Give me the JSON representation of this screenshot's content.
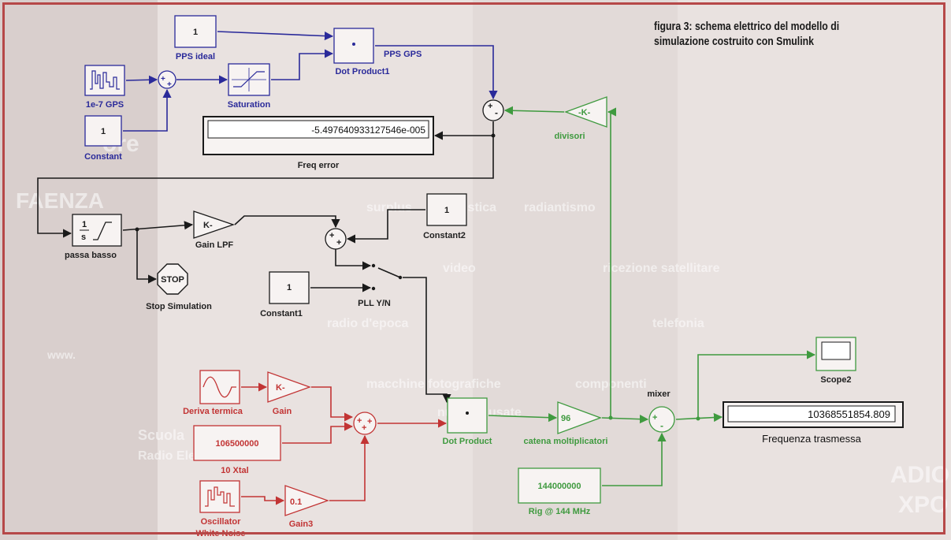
{
  "caption": {
    "line1": "figura 3: schema elettrico del modello di",
    "line2": "simulazione costruito con Smulink"
  },
  "background_text": [
    "FAENZA",
    "radiantismo",
    "surplus",
    "hobbistica",
    "ricezione satellitare",
    "video",
    "radio d'epoca",
    "telefonia",
    "macchine fotografiche",
    "componenti",
    "nuove",
    "usate",
    "www.",
    "ore",
    "ADIO",
    "XPO",
    "Scuola",
    "Radio Elettra"
  ],
  "blocks": {
    "pps_ideal": {
      "value": "1",
      "label": "PPS ideal"
    },
    "gps_noise": {
      "label": "1e-7 GPS"
    },
    "constant": {
      "value": "1",
      "label": "Constant"
    },
    "saturation": {
      "label": "Saturation"
    },
    "dot_product1": {
      "label": "Dot Product1",
      "signal": "PPS GPS"
    },
    "freq_error": {
      "value": "-5.497640933127546e-005",
      "label": "Freq error"
    },
    "divisori": {
      "gain": "-K-",
      "label": "divisori"
    },
    "passa_basso": {
      "label": "passa basso"
    },
    "gain_lpf": {
      "gain": "K-",
      "label": "Gain LPF"
    },
    "constant2": {
      "value": "1",
      "label": "Constant2"
    },
    "stop": {
      "text": "STOP",
      "label": "Stop Simulation"
    },
    "constant1": {
      "value": "1",
      "label": "Constant1"
    },
    "switch": {
      "label": "PLL Y/N"
    },
    "deriva": {
      "label": "Deriva termica"
    },
    "gain": {
      "gain": "K-",
      "label": "Gain"
    },
    "xtal": {
      "value": "106500000",
      "label": "10 Xtal"
    },
    "oscillator": {
      "label": "Oscillator",
      "label2": "White Noise"
    },
    "gain3": {
      "gain": "0.1",
      "label": "Gain3"
    },
    "dot_product": {
      "label": "Dot Product"
    },
    "catena": {
      "gain": "96",
      "label": "catena moltiplicatori"
    },
    "mixer": {
      "label": "mixer"
    },
    "rig": {
      "value": "144000000",
      "label": "Rig @ 144 MHz"
    },
    "scope2": {
      "label": "Scope2"
    },
    "freq_tx": {
      "value": "10368551854.809",
      "label": "Frequenza trasmessa"
    }
  },
  "colors": {
    "frame": "#b64848",
    "signal_black": "#1a1a1a",
    "signal_blue": "#2a2a9a",
    "signal_red": "#c23434",
    "signal_green": "#3f9a3f"
  }
}
